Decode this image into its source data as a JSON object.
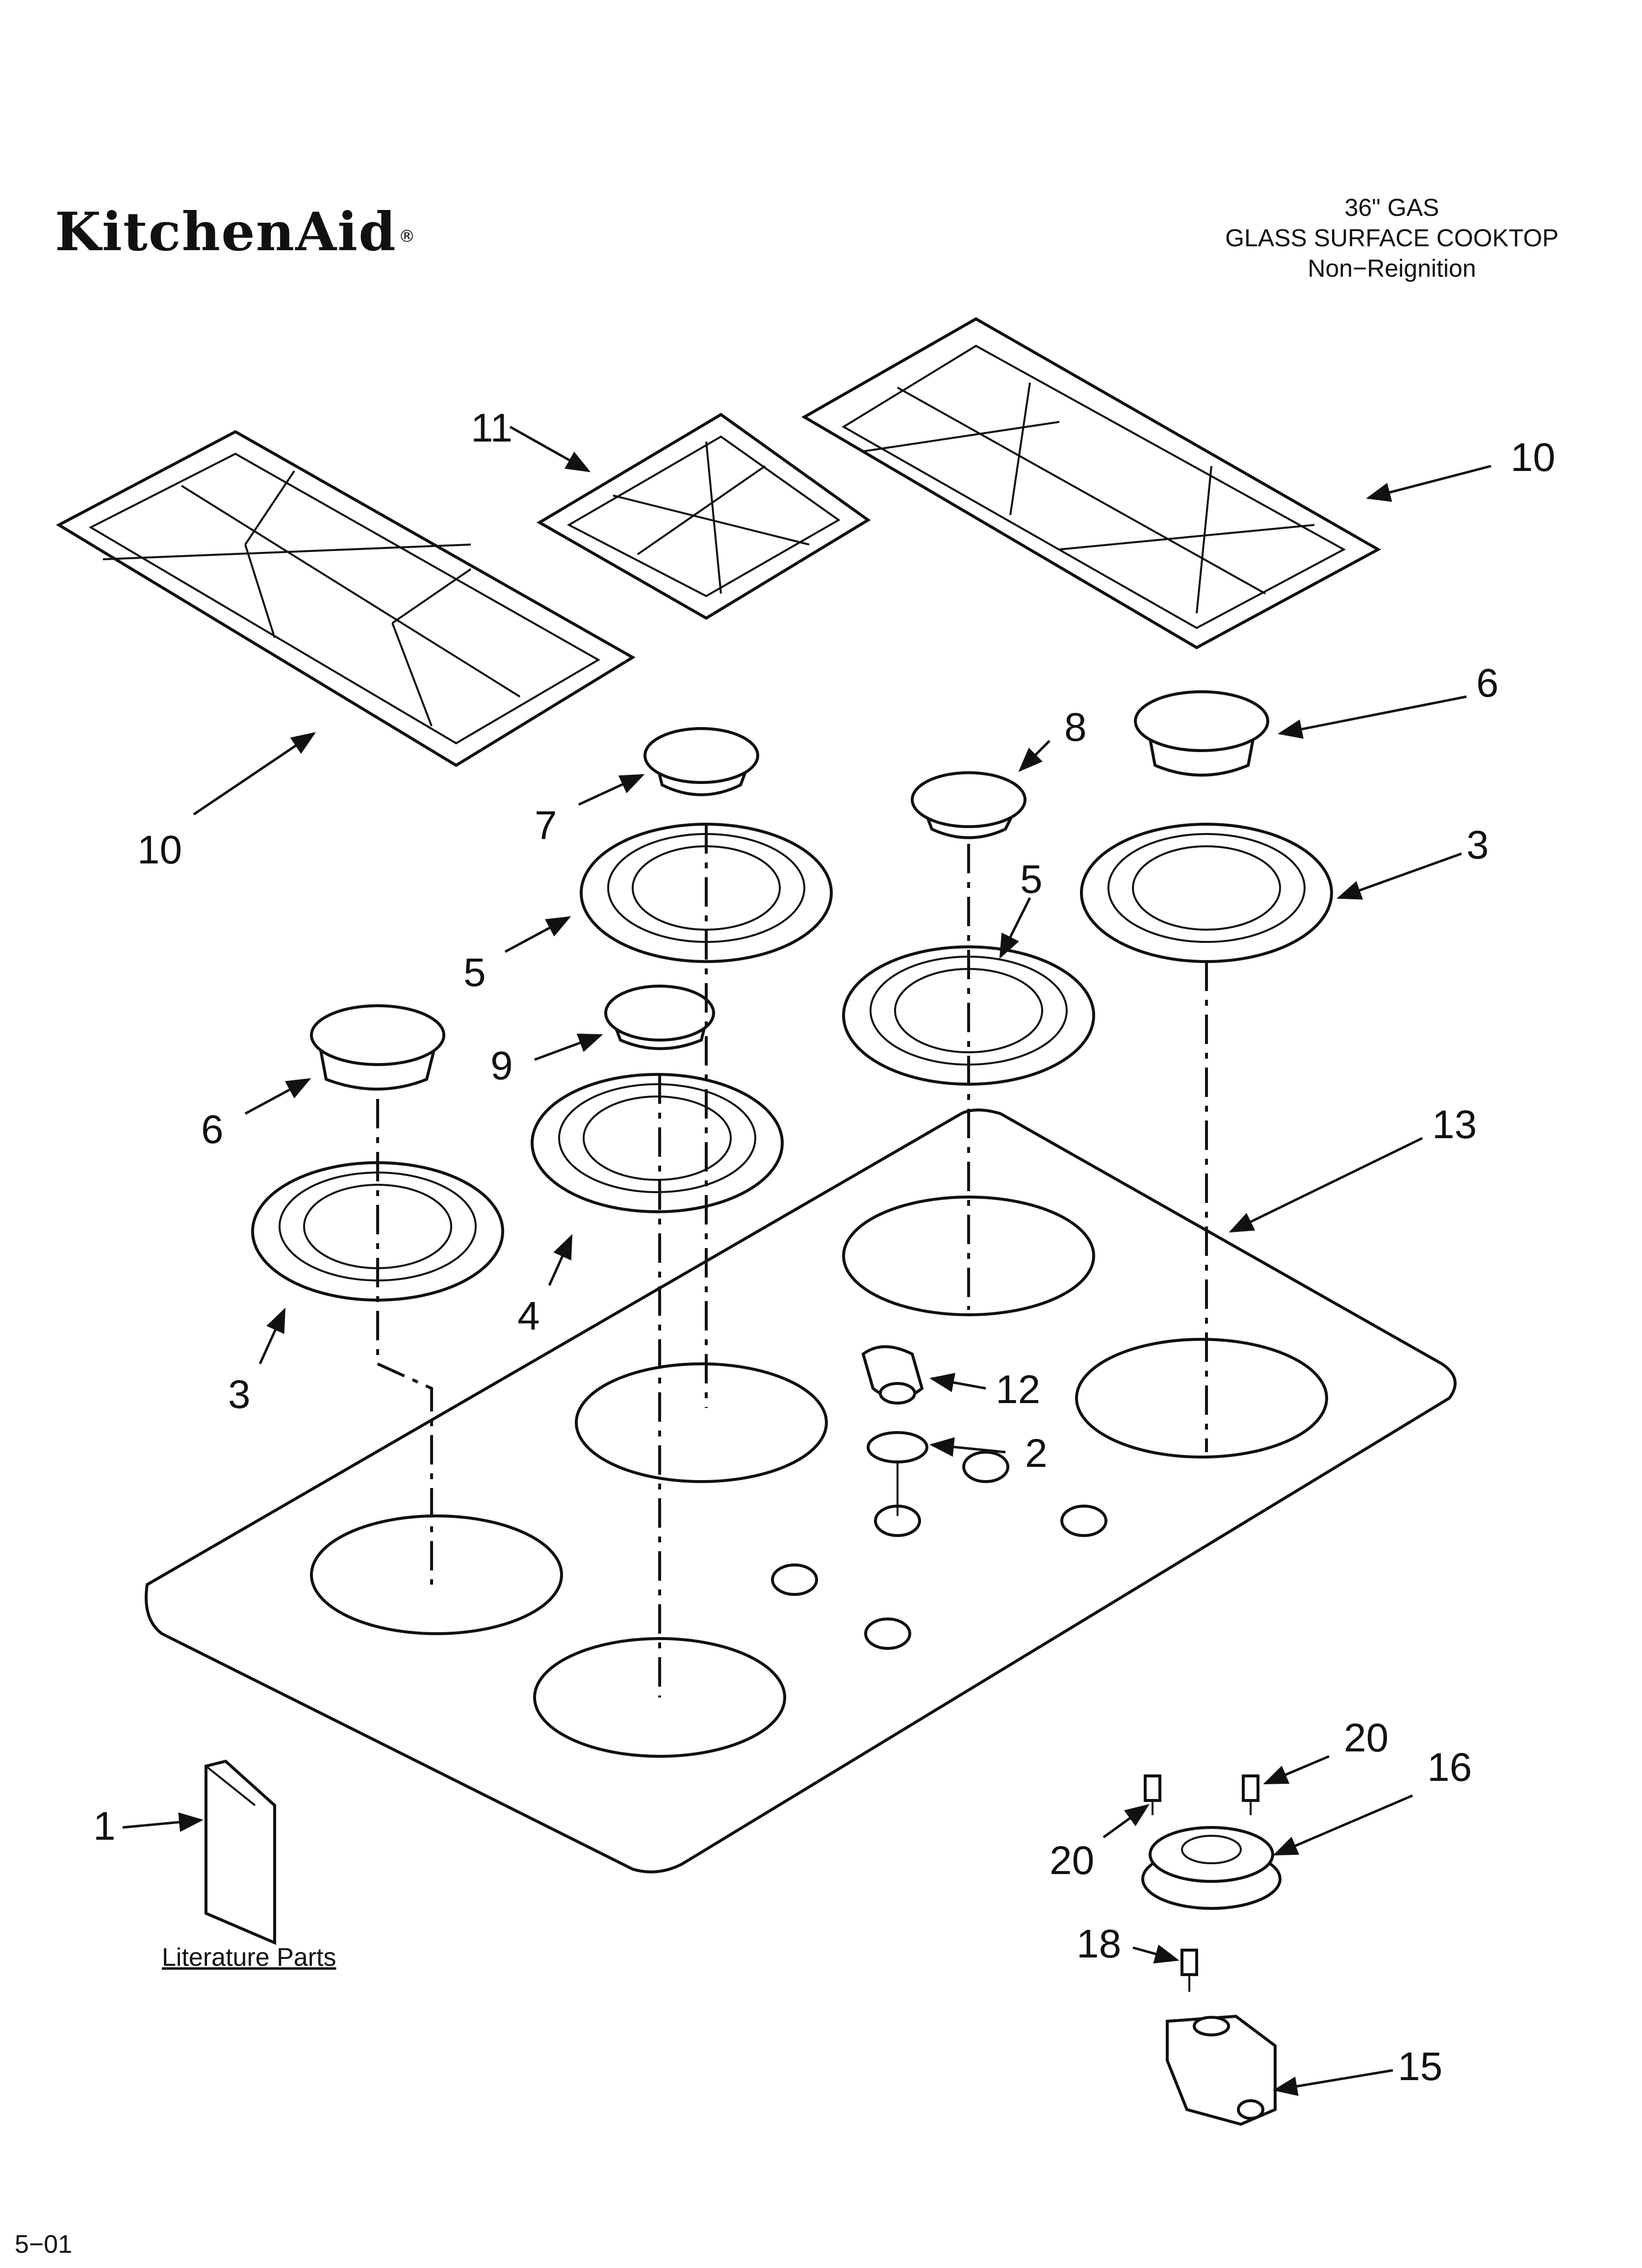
{
  "brand": {
    "name": "KitchenAid",
    "registered_mark": "®"
  },
  "title": {
    "line1": "36\" GAS",
    "line2": "GLASS SURFACE COOKTOP",
    "line3": "Non−Reignition"
  },
  "callouts": {
    "c1": "1",
    "c2": "2",
    "c3a": "3",
    "c3b": "3",
    "c4": "4",
    "c5a": "5",
    "c5b": "5",
    "c6a": "6",
    "c6b": "6",
    "c7": "7",
    "c8": "8",
    "c9": "9",
    "c10a": "10",
    "c10b": "10",
    "c11": "11",
    "c12": "12",
    "c13": "13",
    "c15": "15",
    "c16": "16",
    "c18": "18",
    "c20a": "20",
    "c20b": "20"
  },
  "literature_label": "Literature Parts",
  "footer_code": "5−01",
  "icons": {
    "arrow": "arrowhead",
    "grate": "burner-grate"
  }
}
